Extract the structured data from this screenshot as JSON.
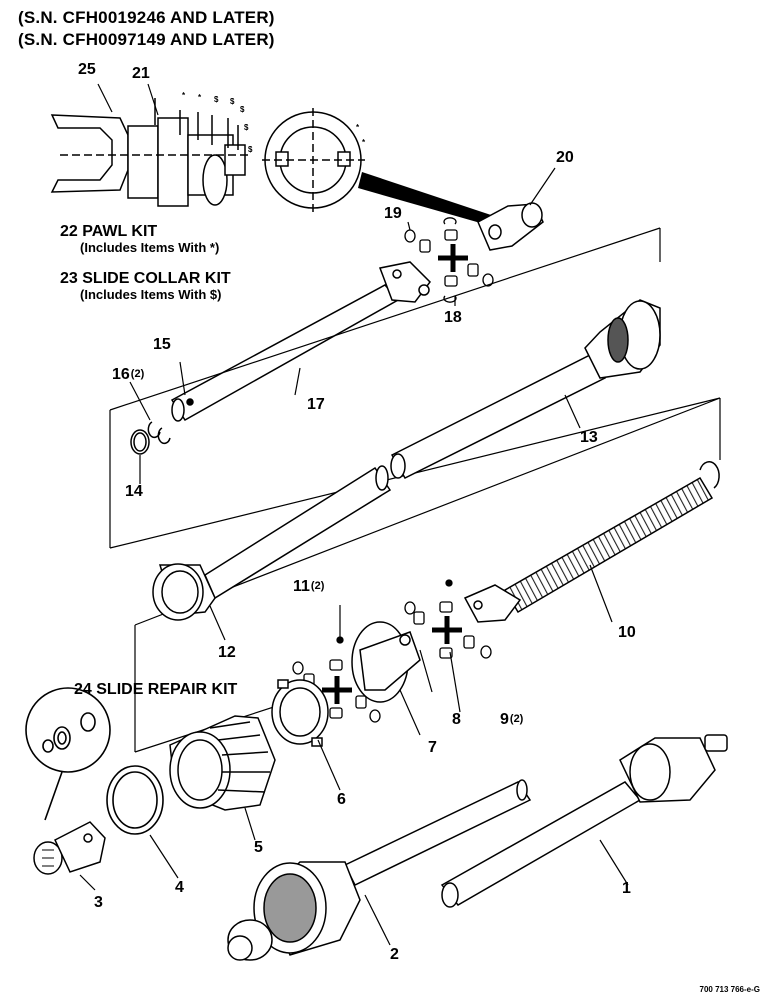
{
  "header": {
    "line1": "(S.N. CFH0019246 AND LATER)",
    "line2": "(S.N. CFH0097149 AND LATER)"
  },
  "kits": {
    "pawl_kit_title": "22 PAWL KIT",
    "pawl_kit_note": "(Includes Items With *)",
    "slide_collar_title": "23 SLIDE COLLAR KIT",
    "slide_collar_note": "(Includes Items With $)",
    "slide_repair_title": "24 SLIDE REPAIR KIT"
  },
  "callouts": {
    "p1": "1",
    "p2": "2",
    "p3": "3",
    "p4": "4",
    "p5": "5",
    "p6": "6",
    "p7": "7",
    "p8": "8",
    "p9": "9",
    "p9_qty": "(2)",
    "p10": "10",
    "p11": "11",
    "p11_qty": "(2)",
    "p12": "12",
    "p13": "13",
    "p14": "14",
    "p15": "15",
    "p16": "16",
    "p16_qty": "(2)",
    "p17": "17",
    "p18": "18",
    "p19": "19",
    "p20": "20",
    "p21": "21",
    "p25": "25"
  },
  "drawing_code": "700 713 766-e-G"
}
